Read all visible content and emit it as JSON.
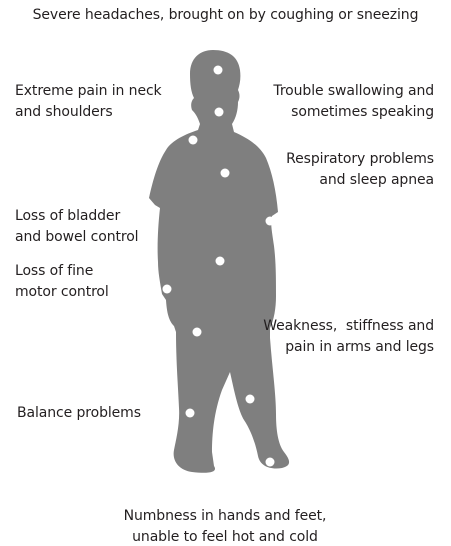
{
  "colors": {
    "background": "#ffffff",
    "figure": "#7f7f7f",
    "marker": "#ffffff",
    "text": "#231f20"
  },
  "labels": {
    "top": "Severe headaches, brought on by coughing or sneezing",
    "neck_shoulders": [
      "Extreme pain in neck",
      "and shoulders"
    ],
    "swallowing": [
      "Trouble swallowing and",
      "sometimes speaking"
    ],
    "respiratory": [
      "Respiratory problems",
      "and sleep apnea"
    ],
    "bladder": [
      "Loss of bladder",
      "and bowel control"
    ],
    "fine_motor": [
      "Loss of fine",
      "motor control"
    ],
    "weakness": [
      "Weakness,  stiffness and",
      "pain in arms and legs"
    ],
    "balance": "Balance problems",
    "numbness": [
      "Numbness in hands and feet,",
      "unable to feel hot and cold"
    ]
  },
  "figure": {
    "icon": "human-silhouette-icon",
    "marker_count": 11
  }
}
